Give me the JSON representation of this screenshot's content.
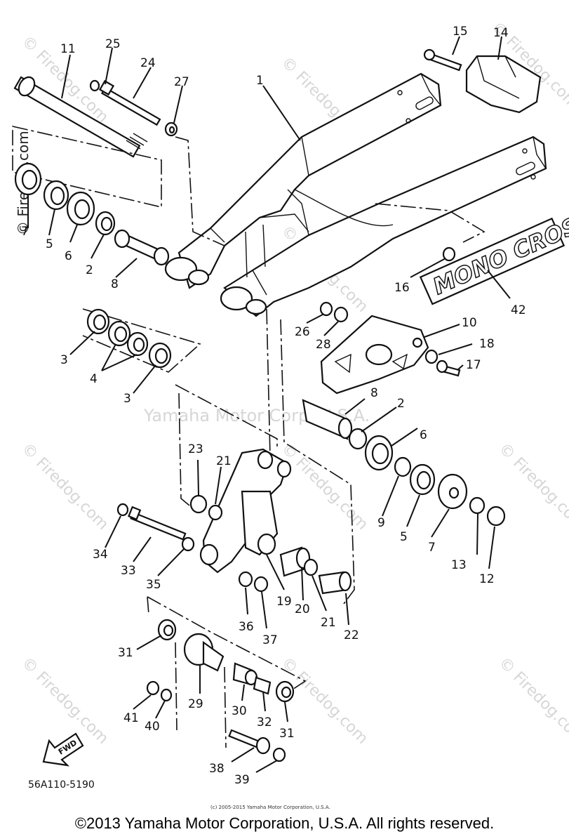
{
  "diagram": {
    "watermarks": {
      "site": "© Firedog.com",
      "center": "Yamaha Motor Corp. U.S.A."
    },
    "decal_text": "MONO CROSS",
    "fwd_label": "FWD",
    "drawing_code": "56A110-5190",
    "small_copyright": "(c) 2005-2015 Yamaha Motor Corporation, U.S.A.",
    "footer_copyright": "©2013 Yamaha Motor Corporation, U.S.A. All rights reserved.",
    "callouts": [
      {
        "id": "c1",
        "label": "1"
      },
      {
        "id": "c2a",
        "label": "2"
      },
      {
        "id": "c2b",
        "label": "2"
      },
      {
        "id": "c3a",
        "label": "3"
      },
      {
        "id": "c3b",
        "label": "3"
      },
      {
        "id": "c4",
        "label": "4"
      },
      {
        "id": "c5a",
        "label": "5"
      },
      {
        "id": "c5b",
        "label": "5"
      },
      {
        "id": "c6a",
        "label": "6"
      },
      {
        "id": "c6b",
        "label": "6"
      },
      {
        "id": "c7a",
        "label": "7"
      },
      {
        "id": "c7b",
        "label": "7"
      },
      {
        "id": "c8a",
        "label": "8"
      },
      {
        "id": "c8b",
        "label": "8"
      },
      {
        "id": "c9",
        "label": "9"
      },
      {
        "id": "c10",
        "label": "10"
      },
      {
        "id": "c11",
        "label": "11"
      },
      {
        "id": "c12",
        "label": "12"
      },
      {
        "id": "c13",
        "label": "13"
      },
      {
        "id": "c14",
        "label": "14"
      },
      {
        "id": "c15",
        "label": "15"
      },
      {
        "id": "c16",
        "label": "16"
      },
      {
        "id": "c17",
        "label": "17"
      },
      {
        "id": "c18",
        "label": "18"
      },
      {
        "id": "c19",
        "label": "19"
      },
      {
        "id": "c20",
        "label": "20"
      },
      {
        "id": "c21a",
        "label": "21"
      },
      {
        "id": "c21b",
        "label": "21"
      },
      {
        "id": "c22",
        "label": "22"
      },
      {
        "id": "c23",
        "label": "23"
      },
      {
        "id": "c24",
        "label": "24"
      },
      {
        "id": "c25",
        "label": "25"
      },
      {
        "id": "c26",
        "label": "26"
      },
      {
        "id": "c27",
        "label": "27"
      },
      {
        "id": "c28",
        "label": "28"
      },
      {
        "id": "c29",
        "label": "29"
      },
      {
        "id": "c30",
        "label": "30"
      },
      {
        "id": "c31a",
        "label": "31"
      },
      {
        "id": "c31b",
        "label": "31"
      },
      {
        "id": "c32",
        "label": "32"
      },
      {
        "id": "c33",
        "label": "33"
      },
      {
        "id": "c34",
        "label": "34"
      },
      {
        "id": "c35",
        "label": "35"
      },
      {
        "id": "c36",
        "label": "36"
      },
      {
        "id": "c37",
        "label": "37"
      },
      {
        "id": "c38",
        "label": "38"
      },
      {
        "id": "c39",
        "label": "39"
      },
      {
        "id": "c40",
        "label": "40"
      },
      {
        "id": "c41",
        "label": "41"
      },
      {
        "id": "c42",
        "label": "42"
      }
    ]
  }
}
